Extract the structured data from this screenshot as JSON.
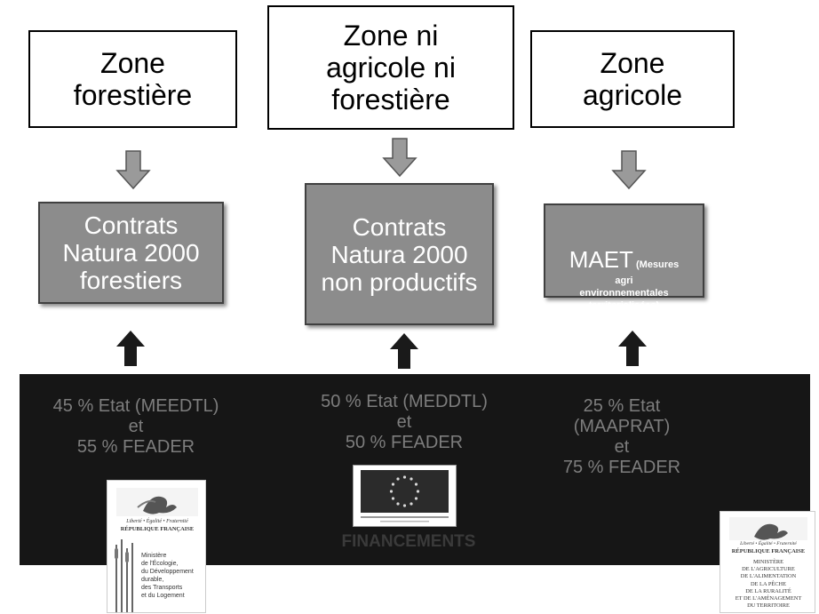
{
  "zones": [
    {
      "label": "Zone\nforestière"
    },
    {
      "label": "Zone ni\nagricole ni\nforestière"
    },
    {
      "label": "Zone\nagricole"
    }
  ],
  "contracts": [
    {
      "label": "Contrats\nNatura 2000\nforestiers"
    },
    {
      "label": "Contrats\nNatura 2000\nnon productifs"
    },
    {
      "title": "MAET",
      "title_suffix": " (Mesures",
      "detail": "agri\nenvironnementales\nterritorialisées)"
    }
  ],
  "funding": [
    {
      "text": "45 % Etat (MEEDTL)\net\n55 % FEADER"
    },
    {
      "text": "50 % Etat (MEDDTL)\net\n50 % FEADER"
    },
    {
      "text": "25 % Etat\n(MAAPRAT)\net\n75 % FEADER"
    }
  ],
  "financements_label": "FINANCEMENTS",
  "logos": {
    "republique": {
      "motto": "Liberté • Égalité • Fraternité",
      "name": "RÉPUBLIQUE FRANÇAISE"
    },
    "meddtl_ministry": "Ministère\nde l'Écologie,\ndu Développement\ndurable,\ndes Transports\net du Logement",
    "agri_ministry": "MINISTÈRE\nDE L'AGRICULTURE\nDE L'ALIMENTATION\nDE LA PÊCHE\nDE LA RURALITÉ\nET DE L'AMÉNAGEMENT\nDU TERRITOIRE"
  },
  "colors": {
    "contract_fill": "#8c8c8c",
    "band_fill": "#161616",
    "funding_text": "#7d7d7d",
    "down_arrow": "#9a9a9a",
    "up_arrow": "#1a1a1a"
  }
}
